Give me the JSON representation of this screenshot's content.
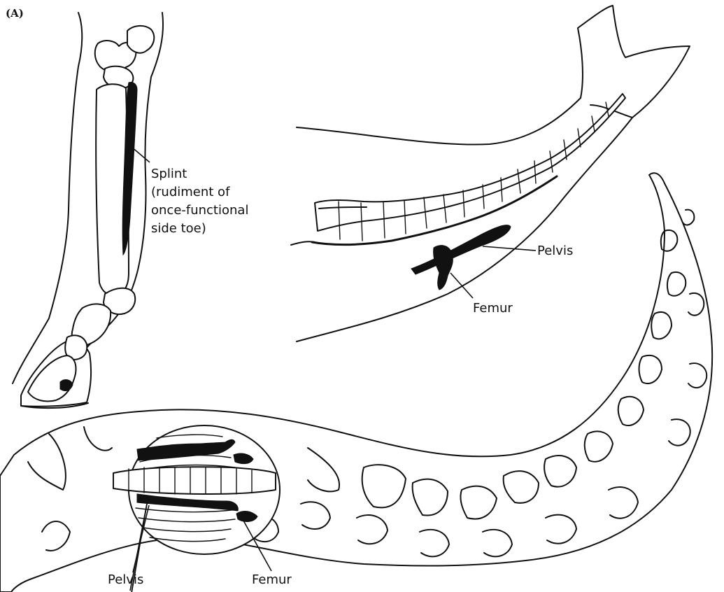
{
  "panel_label": "(A)",
  "horse": {
    "label_lines": [
      "Splint",
      "(rudiment of",
      "once-functional",
      "side toe)"
    ]
  },
  "whale": {
    "pelvis_label": "Pelvis",
    "femur_label": "Femur"
  },
  "snake": {
    "pelvis_label": "Pelvis",
    "femur_label": "Femur"
  }
}
